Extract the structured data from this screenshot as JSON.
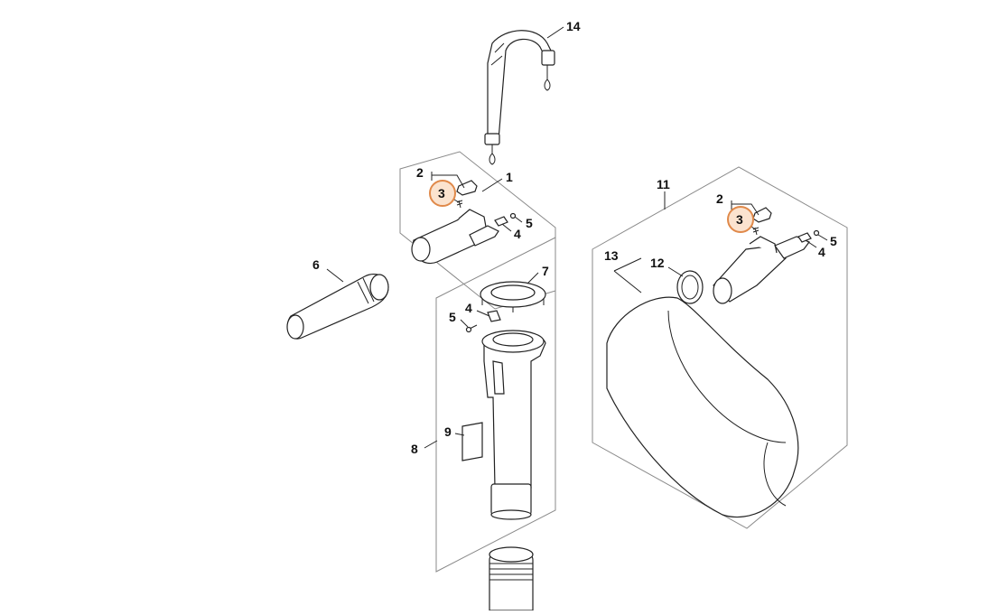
{
  "diagram": {
    "callouts": [
      {
        "id": "c14",
        "label": "14"
      },
      {
        "id": "c2a",
        "label": "2"
      },
      {
        "id": "c3a",
        "label": "3"
      },
      {
        "id": "c1",
        "label": "1"
      },
      {
        "id": "c5a",
        "label": "5"
      },
      {
        "id": "c4a",
        "label": "4"
      },
      {
        "id": "c6",
        "label": "6"
      },
      {
        "id": "c7",
        "label": "7"
      },
      {
        "id": "c4b",
        "label": "4"
      },
      {
        "id": "c5b",
        "label": "5"
      },
      {
        "id": "c9",
        "label": "9"
      },
      {
        "id": "c8",
        "label": "8"
      },
      {
        "id": "c11",
        "label": "11"
      },
      {
        "id": "c2b",
        "label": "2"
      },
      {
        "id": "c3b",
        "label": "3"
      },
      {
        "id": "c5c",
        "label": "5"
      },
      {
        "id": "c4c",
        "label": "4"
      },
      {
        "id": "c13",
        "label": "13"
      },
      {
        "id": "c12",
        "label": "12"
      }
    ],
    "highlight_color": "#e0894a",
    "highlighted_part": "3"
  }
}
